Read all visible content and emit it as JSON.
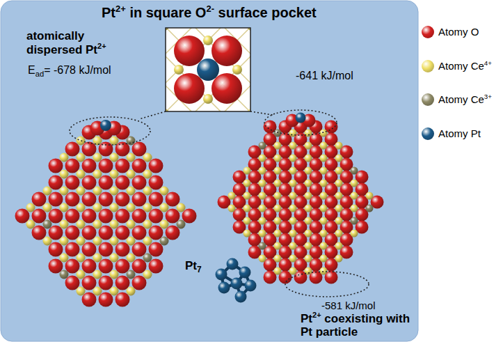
{
  "diagram": {
    "title": "Pt2+ in square O2- surface pocket",
    "labels": [
      "atomically dispersed Pt2+",
      "Ead= -678 kJ/mol",
      "-641 kJ/mol",
      "Pt7",
      "-581 kJ/mol",
      "Pt2+ coexisting with Pt particle"
    ],
    "legend": [
      {
        "text": "Atomy O",
        "color": "#d42020"
      },
      {
        "text": "Atomy Ce4+",
        "color": "#f0e068"
      },
      {
        "text": "Atomy Ce3+",
        "color": "#8e8a66"
      },
      {
        "text": "Atomy Pt",
        "color": "#1c5b8a"
      }
    ]
  }
}
